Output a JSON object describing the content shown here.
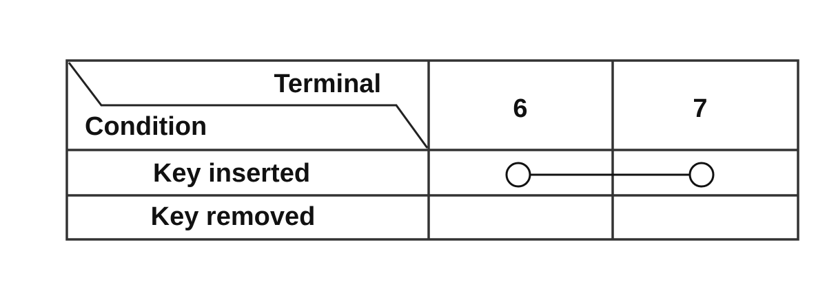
{
  "header": {
    "corner_top_label": "Terminal",
    "corner_bottom_label": "Condition",
    "terminals": [
      "6",
      "7"
    ]
  },
  "rows": [
    {
      "condition": "Key inserted",
      "continuity": [
        "6",
        "7"
      ]
    },
    {
      "condition": "Key removed",
      "continuity": []
    }
  ],
  "colors": {
    "line": "#333333",
    "text": "#111111",
    "background": "#ffffff"
  }
}
